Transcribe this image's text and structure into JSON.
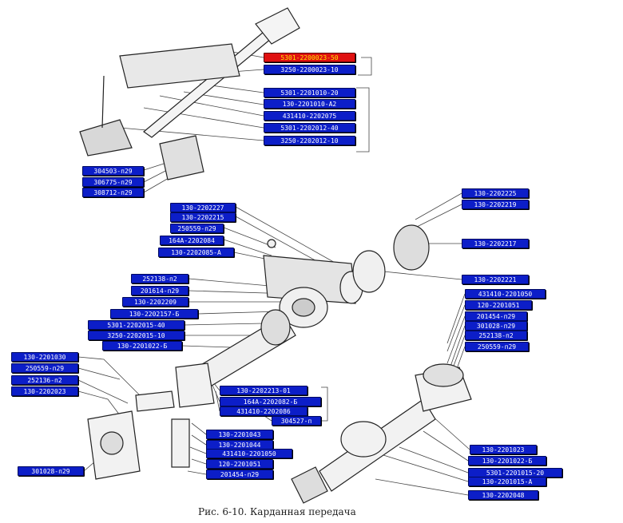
{
  "caption": "Рис. 6-10. Карданная передача",
  "colors": {
    "label_bg": "#0c1ec8",
    "label_text": "#ffffff",
    "selected_bg": "#e01010",
    "selected_text": "#ffe500"
  },
  "labels": {
    "g1": [
      "5301-2200023-50",
      "3250-2200023-10"
    ],
    "g2": [
      "5301-2201010-20",
      "130-2201010-А2",
      "431410-2202075",
      "5301-2202012-40",
      "3250-2202012-10"
    ],
    "g3": [
      "304503-п29",
      "306775-п29",
      "308712-п29"
    ],
    "g4": [
      "130-2202227",
      "130-2202215",
      "250559-п29",
      "164А-2202084",
      "130-2202085-А"
    ],
    "g5": [
      "130-2202225",
      "130-2202219"
    ],
    "g6": [
      "130-2202217"
    ],
    "g7": [
      "130-2202221"
    ],
    "g8": [
      "252138-п2",
      "201614-п29",
      "130-2202209",
      "130-2202157-Б",
      "5301-2202015-40",
      "3250-2202015-10",
      "130-2201022-Б"
    ],
    "g9": [
      "431410-2201050",
      "120-2201051",
      "201454-п29",
      "301028-п29",
      "252138-п2",
      "250559-п29"
    ],
    "g10": [
      "130-2201030",
      "250559-п29",
      "252136-п2",
      "130-2202023"
    ],
    "g11": [
      "130-2202213-01",
      "164А-2202082-Б",
      "431410-2202086",
      "304527-п"
    ],
    "g12": [
      "130-2201043",
      "130-2201044",
      "431410-2201050",
      "120-2201051",
      "201454-п29"
    ],
    "g13": [
      "301028-п29"
    ],
    "g14": [
      "130-2201023",
      "130-2201022-Б",
      "5301-2201015-20",
      "130-2201015-А",
      "130-2202048"
    ]
  }
}
